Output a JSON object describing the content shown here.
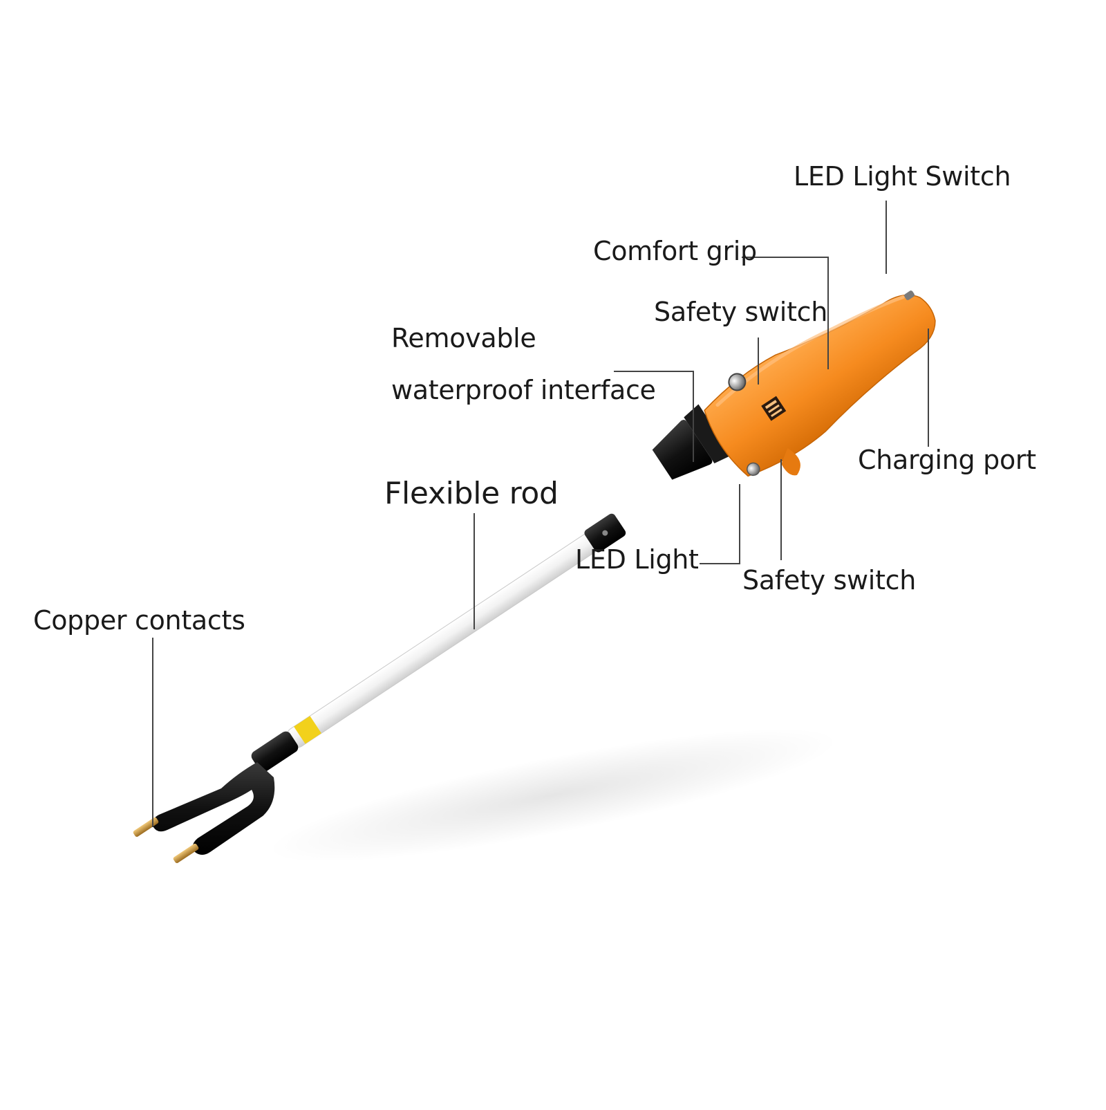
{
  "diagram": {
    "type": "product-callout",
    "colors": {
      "handle": "#f68b1f",
      "rod": "#f4f4f4",
      "fork": "#111111",
      "contacts": "#c8953a",
      "label_text": "#1a1a1a",
      "leader_line": "#444444"
    },
    "labels": {
      "led_light_switch": "LED Light Switch",
      "comfort_grip": "Comfort grip",
      "safety_switch_top": "Safety switch",
      "removable_line1": "Removable",
      "removable_line2": "waterproof interface",
      "flexible_rod": "Flexible rod",
      "charging_port": "Charging port",
      "led_light": "LED Light",
      "safety_switch_bottom": "Safety switch",
      "copper_contacts": "Copper contacts"
    }
  }
}
